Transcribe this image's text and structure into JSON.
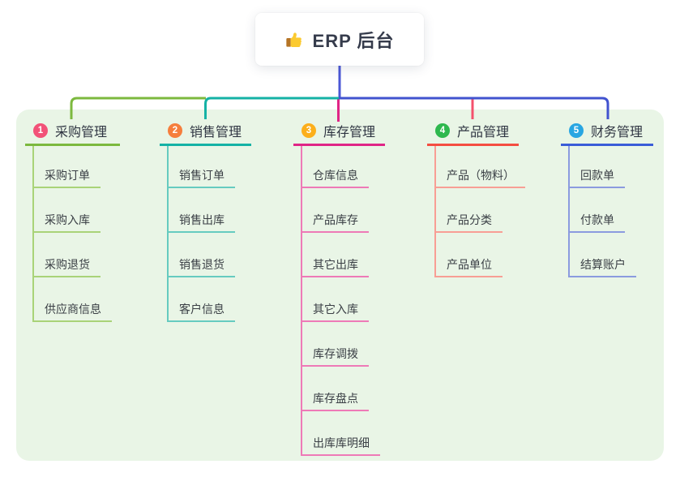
{
  "root": {
    "icon": "thumbs-up",
    "label": "ERP 后台"
  },
  "branches": [
    {
      "badge": "1",
      "label": "采购管理",
      "line_color": "#7cb93e",
      "line_color_light": "#a9d378",
      "badge_color": "#f25278",
      "children": [
        "采购订单",
        "采购入库",
        "采购退货",
        "供应商信息"
      ]
    },
    {
      "badge": "2",
      "label": "销售管理",
      "line_color": "#14b2a5",
      "line_color_light": "#66cbc0",
      "badge_color": "#f67e3c",
      "children": [
        "销售订单",
        "销售出库",
        "销售退货",
        "客户信息"
      ]
    },
    {
      "badge": "3",
      "label": "库存管理",
      "line_color": "#e02586",
      "line_color_light": "#ee7ab7",
      "badge_color": "#fcaf1b",
      "children": [
        "仓库信息",
        "产品库存",
        "其它出库",
        "其它入库",
        "库存调拨",
        "库存盘点",
        "出库库明细"
      ]
    },
    {
      "badge": "4",
      "label": "产品管理",
      "line_color": "#f44d41",
      "line_color_light": "#f89e95",
      "badge_color": "#2eb84e",
      "children": [
        "产品（物料）",
        "产品分类",
        "产品单位"
      ]
    },
    {
      "badge": "5",
      "label": "财务管理",
      "line_color": "#3a5cd8",
      "line_color_light": "#8b9bdf",
      "badge_color": "#28a6e2",
      "children": [
        "回款单",
        "付款单",
        "结算账户"
      ]
    }
  ],
  "colors": {
    "page_background": "#ffffff",
    "panel_background": "#e9f5e6",
    "root_connector": "#4b57d6",
    "root_text": "#363c4c",
    "branch_text": "#2f3542",
    "child_text": "#3a3f45"
  }
}
